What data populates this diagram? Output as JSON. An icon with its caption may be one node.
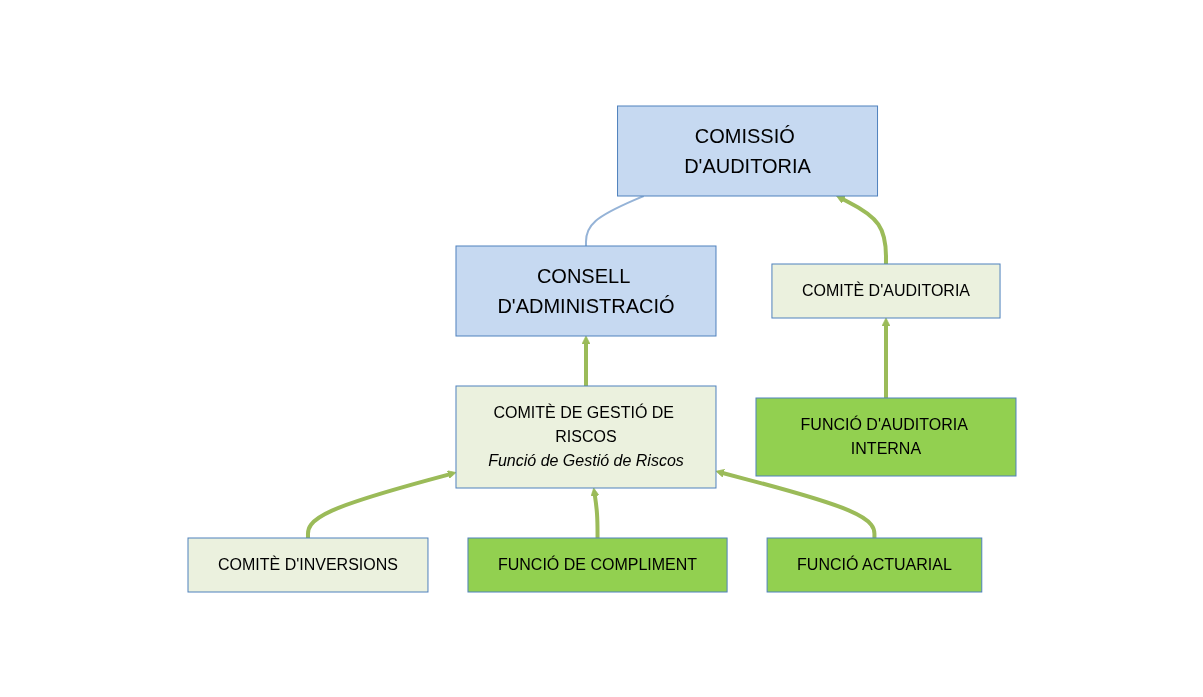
{
  "diagram": {
    "nodes": [
      {
        "text": [
          "CONSELL D'ADMINISTRACIÓ"
        ]
      },
      {
        "text": [
          "COMISSIÓ D'AUDITORIA"
        ]
      },
      {
        "text": [
          "COMITÈ DE GESTIÓ DE RISCOS",
          "Funció de Gestió de Riscos"
        ]
      },
      {
        "text": [
          "COMITÈ D'AUDITORIA"
        ]
      },
      {
        "text": [
          "COMITÈ D'INVERSIONS"
        ]
      },
      {
        "text": [
          "FUNCIÓ DE COMPLIMENT"
        ]
      },
      {
        "text": [
          "FUNCIÓ ACTUARIAL"
        ]
      },
      {
        "text": [
          "FUNCIÓ D'AUDITORIA INTERNA"
        ]
      }
    ],
    "edges": [
      {
        "from": 0,
        "to": 1,
        "arrow": "none",
        "color": "#95b3d7"
      },
      {
        "from": 2,
        "to": 0,
        "arrow": "to"
      },
      {
        "from": 3,
        "to": 1,
        "arrow": "to"
      },
      {
        "from": 4,
        "to": 2,
        "arrow": "to"
      },
      {
        "from": 5,
        "to": 2,
        "arrow": "to"
      },
      {
        "from": 6,
        "to": 2,
        "arrow": "to"
      },
      {
        "from": 7,
        "to": 3,
        "arrow": "to"
      }
    ]
  }
}
